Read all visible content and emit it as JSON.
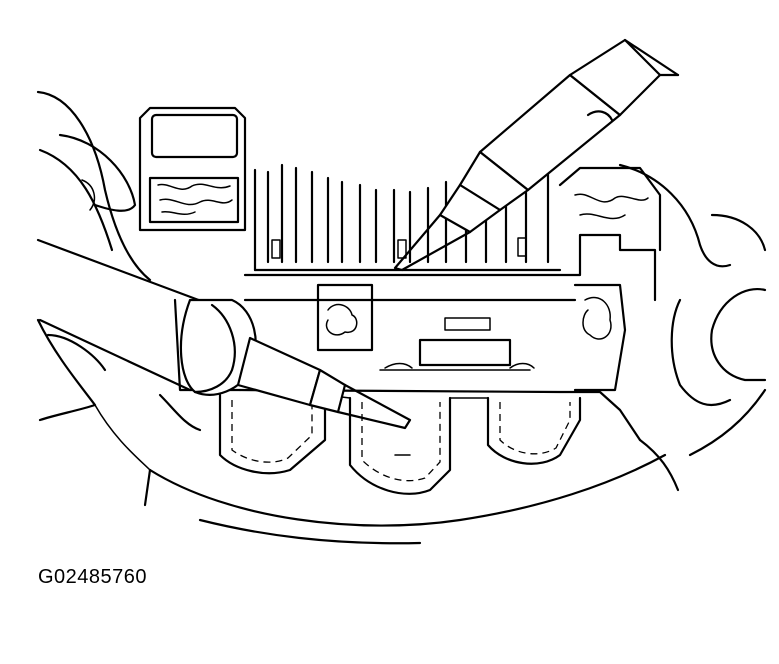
{
  "figure": {
    "id_label": "G02485760"
  },
  "drawing": {
    "subject": "rectifier-and-regulator-assembly",
    "tools": [
      "upper-test-probe",
      "lower-test-probe"
    ],
    "line_color": "#000000",
    "background_color": "#ffffff"
  }
}
